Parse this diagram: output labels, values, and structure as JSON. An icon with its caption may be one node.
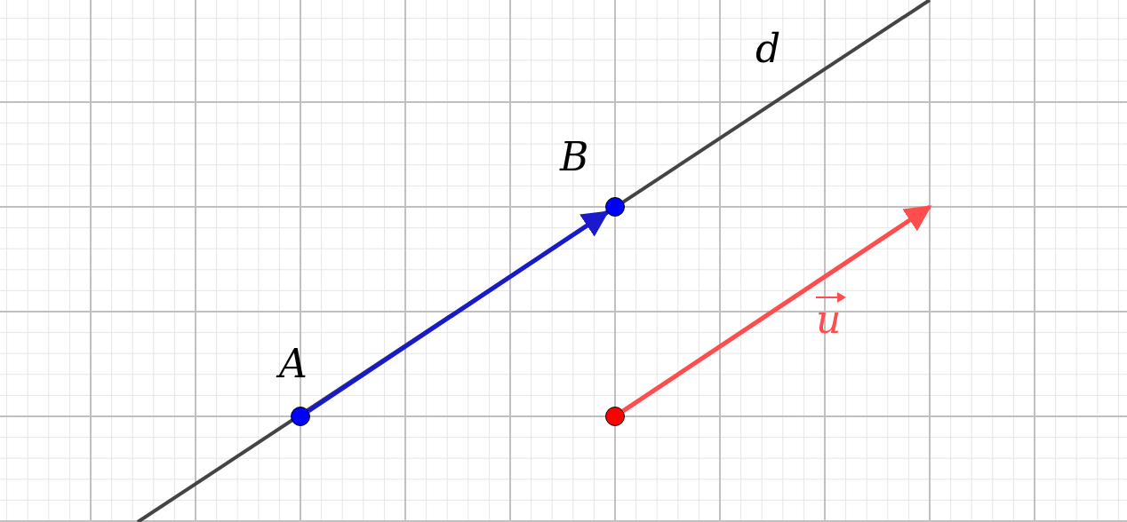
{
  "diagram": {
    "nodes": [
      {
        "text": [
          "A"
        ]
      },
      {
        "text": [
          "B"
        ]
      },
      {
        "text": [],
        "shape": "circle"
      }
    ],
    "edges": [
      {
        "from": 0,
        "to": 1,
        "arrow": "to",
        "color": "#1a1acc"
      },
      {
        "from": 2,
        "to": null,
        "arrow": "to",
        "color": "#ff4d4d",
        "label": "u"
      }
    ],
    "labels": [
      "d"
    ]
  }
}
